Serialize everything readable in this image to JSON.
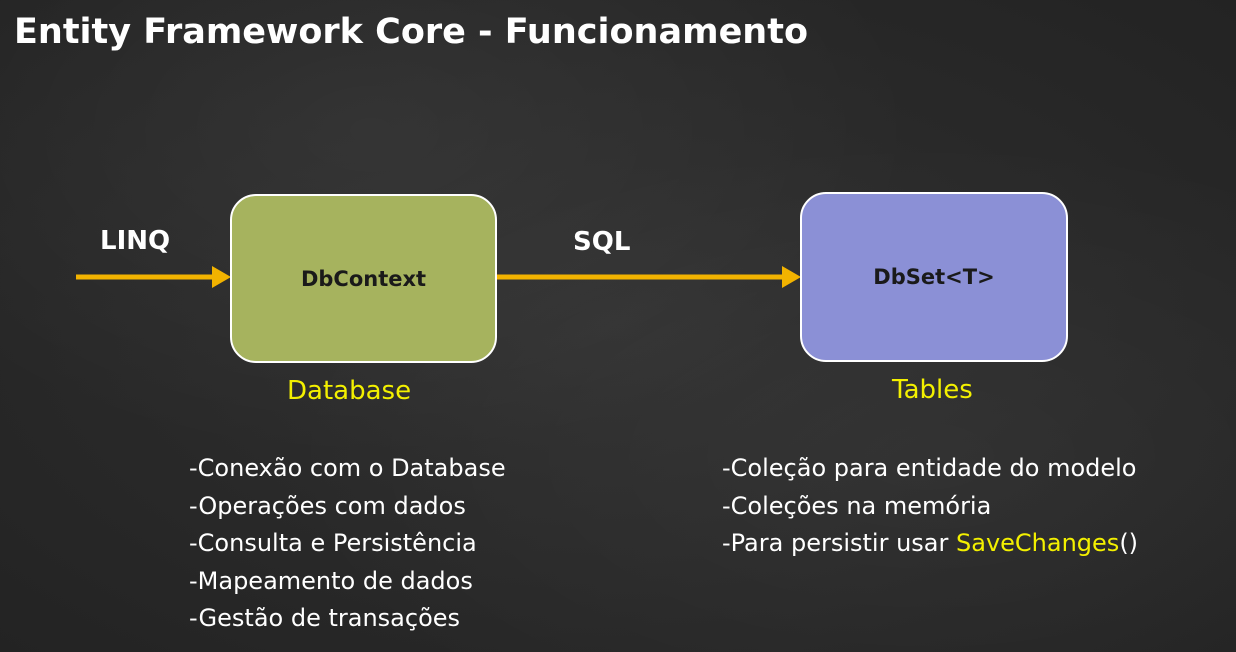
{
  "title": "Entity Framework Core - Funcionamento",
  "colors": {
    "arrow": "#f2b300",
    "context_box": "#a6b35e",
    "dbset_box": "#8b90d6",
    "highlight": "#f3f000",
    "text": "#ffffff"
  },
  "flow": {
    "input_label": "LINQ",
    "sql_label": "SQL"
  },
  "context": {
    "box_label": "DbContext",
    "caption": "Database",
    "features": [
      "-Conexão com o Database",
      "-Operações com dados",
      "-Consulta e Persistência",
      "-Mapeamento de dados",
      "-Gestão de transações"
    ]
  },
  "dbset": {
    "box_label": "DbSet<T>",
    "caption": "Tables",
    "features": [
      "-Coleção para entidade do modelo",
      "-Coleções na memória"
    ],
    "persist_prefix": "-Para persistir usar ",
    "persist_method": "SaveChanges",
    "persist_suffix": "()"
  }
}
